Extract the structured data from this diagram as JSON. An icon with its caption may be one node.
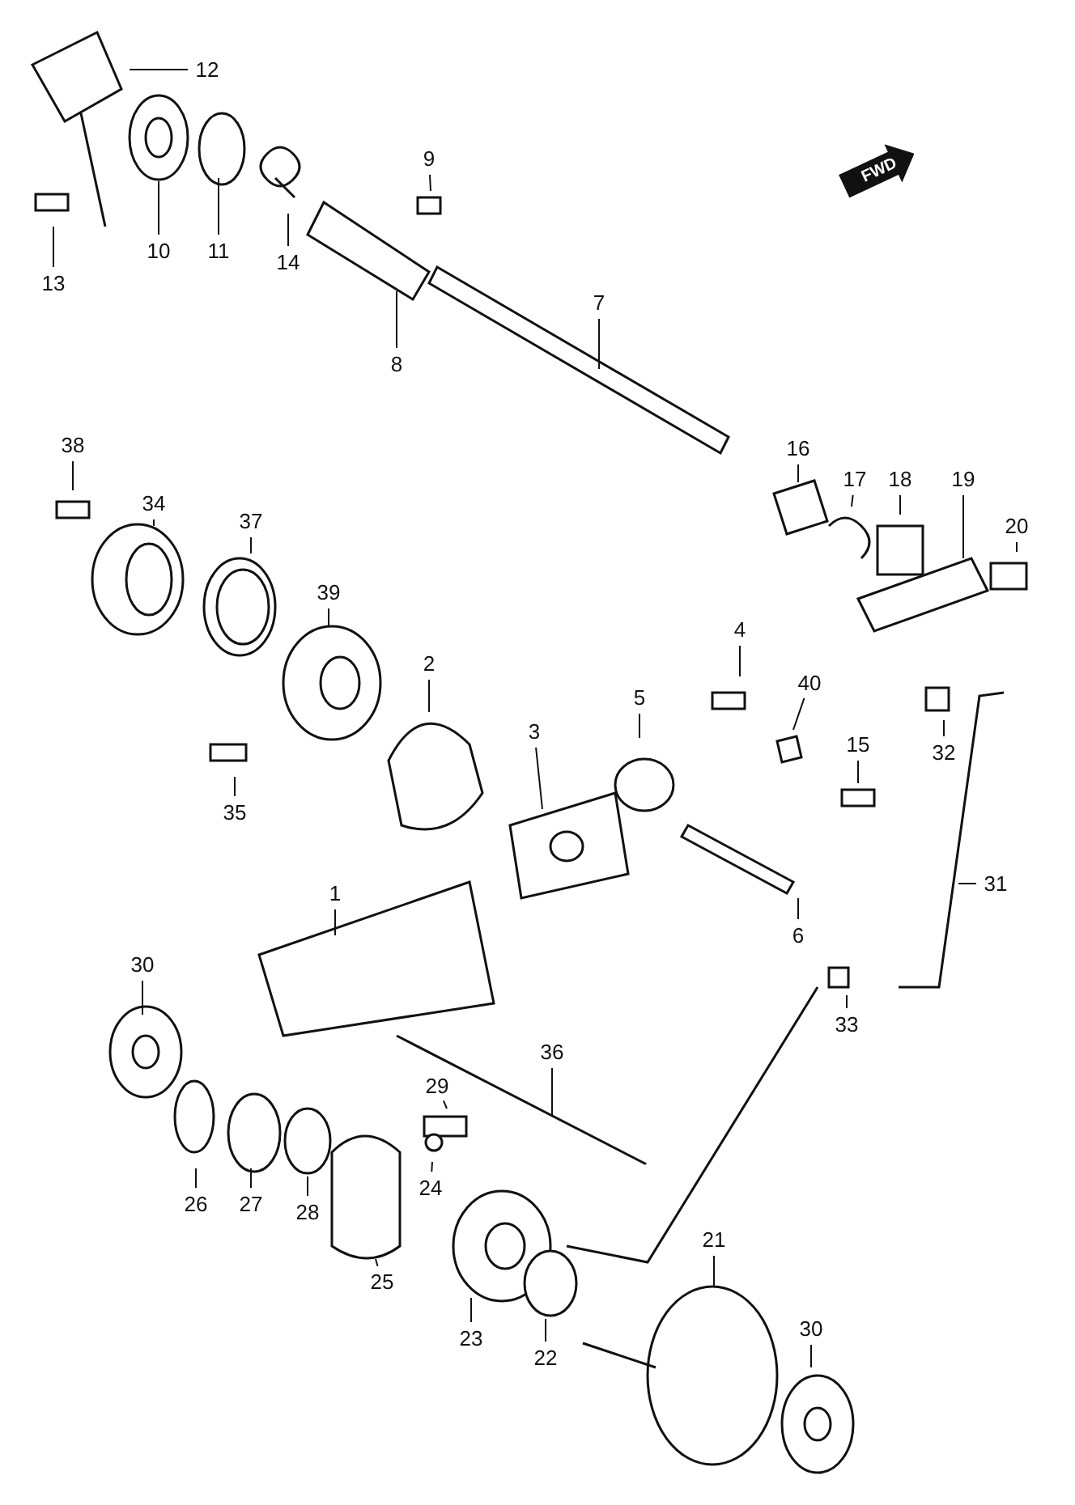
{
  "diagram": {
    "nodes": [
      {
        "text": [
          "12"
        ]
      },
      {
        "text": [
          "9"
        ]
      },
      {
        "text": [
          "10"
        ]
      },
      {
        "text": [
          "11"
        ]
      },
      {
        "text": [
          "14"
        ]
      },
      {
        "text": [
          "13"
        ]
      },
      {
        "text": [
          "7"
        ]
      },
      {
        "text": [
          "8"
        ]
      },
      {
        "text": [
          "38"
        ]
      },
      {
        "text": [
          "16"
        ]
      },
      {
        "text": [
          "17"
        ]
      },
      {
        "text": [
          "18"
        ]
      },
      {
        "text": [
          "19"
        ]
      },
      {
        "text": [
          "34"
        ]
      },
      {
        "text": [
          "37"
        ]
      },
      {
        "text": [
          "20"
        ]
      },
      {
        "text": [
          "39"
        ]
      },
      {
        "text": [
          "4"
        ]
      },
      {
        "text": [
          "2"
        ]
      },
      {
        "text": [
          "5"
        ]
      },
      {
        "text": [
          "40"
        ]
      },
      {
        "text": [
          "3"
        ]
      },
      {
        "text": [
          "15"
        ]
      },
      {
        "text": [
          "32"
        ]
      },
      {
        "text": [
          "35"
        ]
      },
      {
        "text": [
          "31"
        ]
      },
      {
        "text": [
          "1"
        ]
      },
      {
        "text": [
          "6"
        ]
      },
      {
        "text": [
          "30"
        ]
      },
      {
        "text": [
          "33"
        ]
      },
      {
        "text": [
          "36"
        ]
      },
      {
        "text": [
          "29"
        ]
      },
      {
        "text": [
          "24"
        ]
      },
      {
        "text": [
          "26"
        ]
      },
      {
        "text": [
          "27"
        ]
      },
      {
        "text": [
          "28"
        ]
      },
      {
        "text": [
          "21"
        ]
      },
      {
        "text": [
          "25"
        ]
      },
      {
        "text": [
          "30"
        ]
      },
      {
        "text": [
          "23"
        ]
      },
      {
        "text": [
          "22"
        ]
      }
    ],
    "edges": [
      {
        "from": 0,
        "to": null,
        "arrow": "none"
      },
      {
        "from": 1,
        "to": null,
        "arrow": "none"
      },
      {
        "from": 2,
        "to": null,
        "arrow": "none"
      },
      {
        "from": 3,
        "to": null,
        "arrow": "none"
      },
      {
        "from": 4,
        "to": null,
        "arrow": "none"
      },
      {
        "from": 5,
        "to": null,
        "arrow": "none"
      },
      {
        "from": 6,
        "to": null,
        "arrow": "none"
      },
      {
        "from": 7,
        "to": null,
        "arrow": "none"
      },
      {
        "from": 8,
        "to": null,
        "arrow": "none"
      },
      {
        "from": 9,
        "to": null,
        "arrow": "none"
      },
      {
        "from": 10,
        "to": null,
        "arrow": "none"
      },
      {
        "from": 11,
        "to": null,
        "arrow": "none"
      },
      {
        "from": 12,
        "to": null,
        "arrow": "none"
      },
      {
        "from": 13,
        "to": null,
        "arrow": "none"
      },
      {
        "from": 14,
        "to": null,
        "arrow": "none"
      },
      {
        "from": 15,
        "to": null,
        "arrow": "none"
      },
      {
        "from": 16,
        "to": null,
        "arrow": "none"
      },
      {
        "from": 17,
        "to": null,
        "arrow": "none"
      },
      {
        "from": 18,
        "to": null,
        "arrow": "none"
      },
      {
        "from": 19,
        "to": null,
        "arrow": "none"
      },
      {
        "from": 20,
        "to": null,
        "arrow": "none"
      },
      {
        "from": 21,
        "to": null,
        "arrow": "none"
      },
      {
        "from": 22,
        "to": null,
        "arrow": "none"
      },
      {
        "from": 23,
        "to": null,
        "arrow": "none"
      },
      {
        "from": 24,
        "to": null,
        "arrow": "none"
      },
      {
        "from": 25,
        "to": null,
        "arrow": "none"
      },
      {
        "from": 26,
        "to": null,
        "arrow": "none"
      },
      {
        "from": 27,
        "to": null,
        "arrow": "none"
      },
      {
        "from": 28,
        "to": null,
        "arrow": "none"
      },
      {
        "from": 29,
        "to": null,
        "arrow": "none"
      },
      {
        "from": 30,
        "to": null,
        "arrow": "none"
      },
      {
        "from": 31,
        "to": null,
        "arrow": "none"
      },
      {
        "from": 32,
        "to": null,
        "arrow": "none"
      },
      {
        "from": 33,
        "to": null,
        "arrow": "none"
      },
      {
        "from": 34,
        "to": null,
        "arrow": "none"
      },
      {
        "from": 35,
        "to": null,
        "arrow": "none"
      },
      {
        "from": 36,
        "to": null,
        "arrow": "none"
      },
      {
        "from": 37,
        "to": null,
        "arrow": "none"
      },
      {
        "from": 38,
        "to": null,
        "arrow": "none"
      },
      {
        "from": 39,
        "to": null,
        "arrow": "none"
      },
      {
        "from": 40,
        "to": null,
        "arrow": "none"
      }
    ],
    "labels": [
      "FWD"
    ]
  }
}
